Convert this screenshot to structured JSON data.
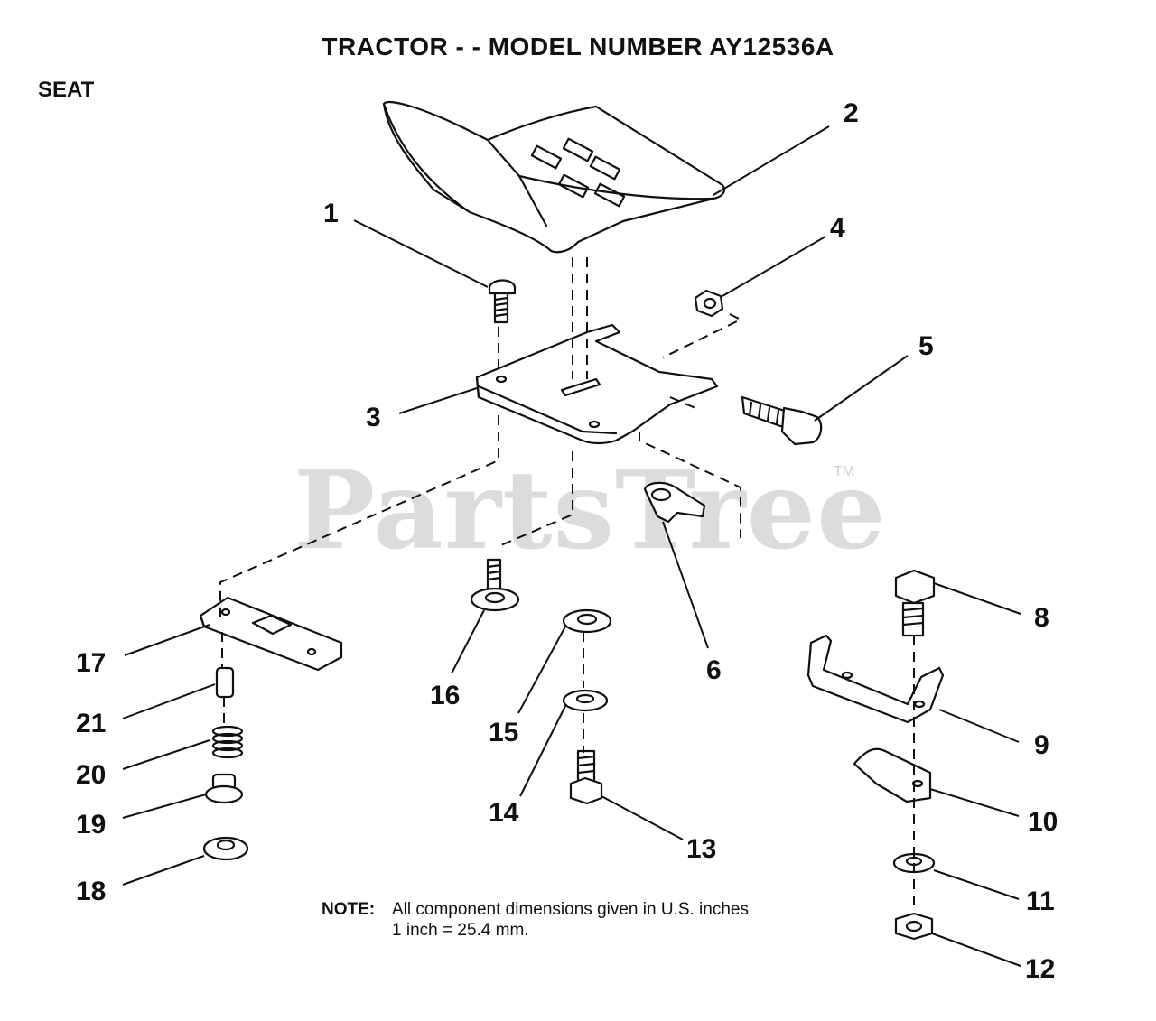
{
  "header": {
    "title": "TRACTOR - - MODEL NUMBER  AY12536A",
    "section": "SEAT"
  },
  "watermark": {
    "text": "PartsTree",
    "mark": "TM"
  },
  "note": {
    "label": "NOTE:",
    "line1": "All component dimensions given in U.S. inches",
    "line2": "1 inch = 25.4 mm."
  },
  "callouts": [
    "1",
    "2",
    "3",
    "4",
    "5",
    "6",
    "8",
    "9",
    "10",
    "11",
    "12",
    "13",
    "14",
    "15",
    "16",
    "17",
    "18",
    "19",
    "20",
    "21"
  ]
}
